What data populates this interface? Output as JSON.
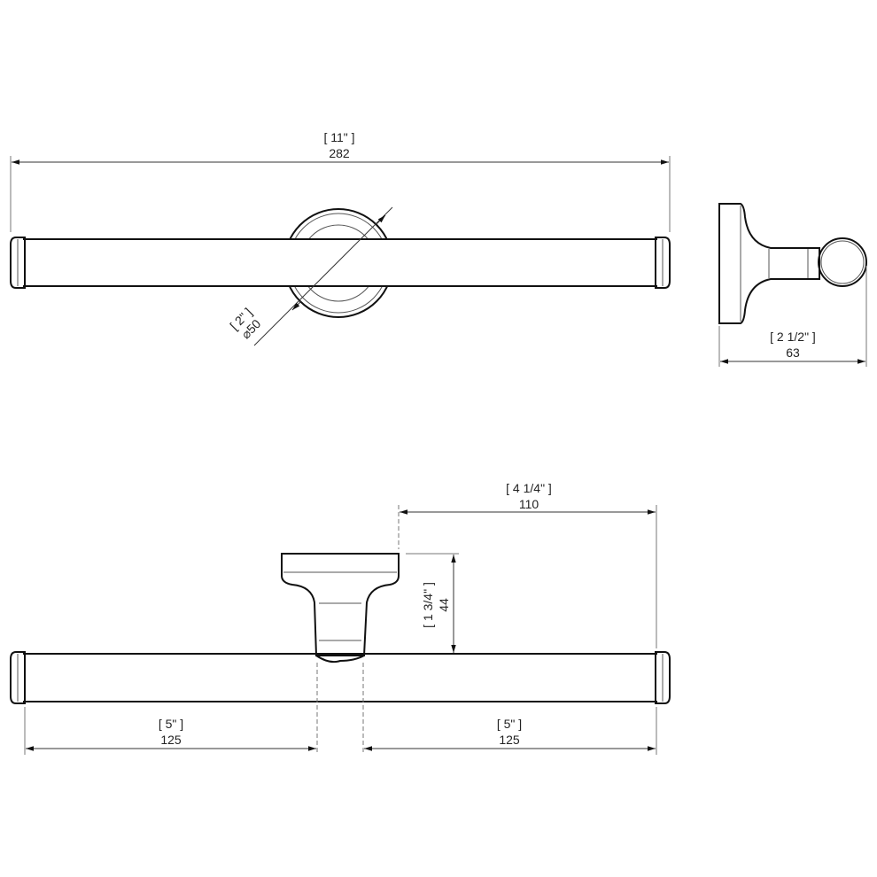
{
  "top_view": {
    "length_in": "[ 11\" ]",
    "length_mm": "282",
    "diameter_in": "[ 2\" ]",
    "diameter_mm": "⌀50"
  },
  "side_view": {
    "depth_in": "[ 2 1/2\" ]",
    "depth_mm": "63"
  },
  "front_view": {
    "right_span_in": "[ 4 1/4\" ]",
    "right_span_mm": "110",
    "height_in": "[ 1 3/4\" ]",
    "height_mm": "44",
    "left_arm_in": "[ 5\" ]",
    "left_arm_mm": "125",
    "right_arm_in": "[ 5\" ]",
    "right_arm_mm": "125"
  }
}
